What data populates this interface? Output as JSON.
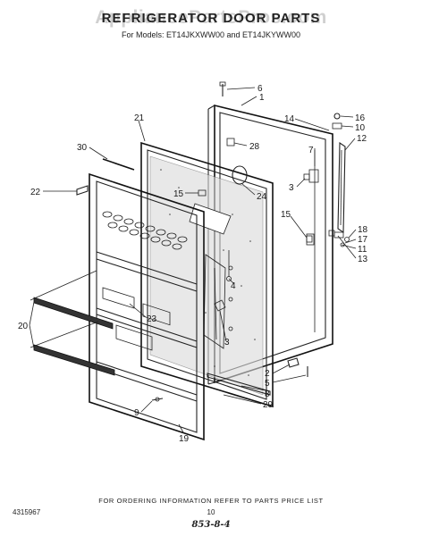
{
  "header": {
    "watermark": "AppliancePartsPros.com",
    "title": "REFRIGERATOR DOOR PARTS",
    "subtitle": "For Models: ET14JKXWW00 and ET14JKYWW00"
  },
  "footer": {
    "ordering_note": "FOR ORDERING INFORMATION REFER TO PARTS PRICE LIST",
    "doc_number": "4315967",
    "page_number": "10",
    "handwritten": "853-8-4"
  },
  "callouts": [
    {
      "id": "6",
      "label": "6"
    },
    {
      "id": "1",
      "label": "1"
    },
    {
      "id": "21",
      "label": "21"
    },
    {
      "id": "28",
      "label": "28"
    },
    {
      "id": "14",
      "label": "14"
    },
    {
      "id": "16",
      "label": "16"
    },
    {
      "id": "10",
      "label": "10"
    },
    {
      "id": "12",
      "label": "12"
    },
    {
      "id": "7",
      "label": "7"
    },
    {
      "id": "30",
      "label": "30"
    },
    {
      "id": "3a",
      "label": "3"
    },
    {
      "id": "22",
      "label": "22"
    },
    {
      "id": "15a",
      "label": "15"
    },
    {
      "id": "24",
      "label": "24"
    },
    {
      "id": "15b",
      "label": "15"
    },
    {
      "id": "18",
      "label": "18"
    },
    {
      "id": "17",
      "label": "17"
    },
    {
      "id": "11",
      "label": "11"
    },
    {
      "id": "13",
      "label": "13"
    },
    {
      "id": "20",
      "label": "20"
    },
    {
      "id": "23",
      "label": "23"
    },
    {
      "id": "4",
      "label": "4"
    },
    {
      "id": "3b",
      "label": "3"
    },
    {
      "id": "2",
      "label": "2"
    },
    {
      "id": "5",
      "label": "5"
    },
    {
      "id": "8",
      "label": "8"
    },
    {
      "id": "9",
      "label": "9"
    },
    {
      "id": "29",
      "label": "29"
    },
    {
      "id": "19",
      "label": "19"
    }
  ]
}
